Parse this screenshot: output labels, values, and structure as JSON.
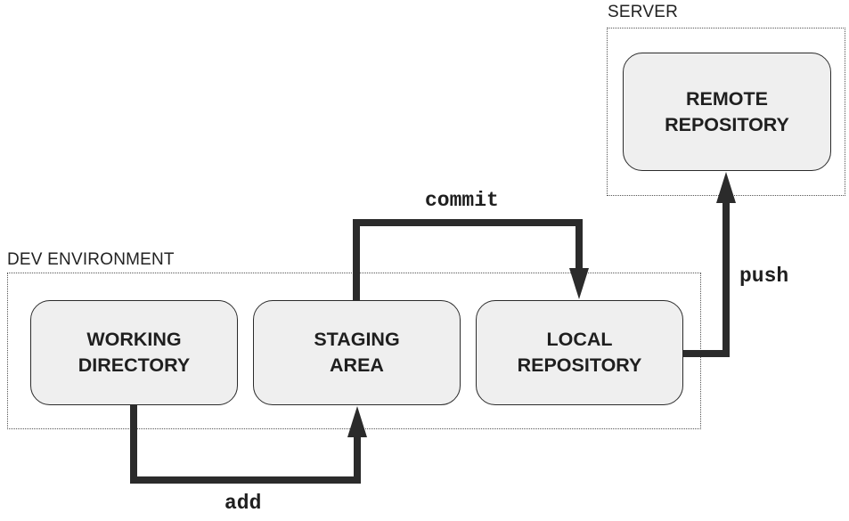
{
  "containers": {
    "dev": {
      "label": "DEV ENVIRONMENT"
    },
    "server": {
      "label": "SERVER"
    }
  },
  "nodes": {
    "working_directory": {
      "line1": "WORKING",
      "line2": "DIRECTORY"
    },
    "staging_area": {
      "line1": "STAGING",
      "line2": "AREA"
    },
    "local_repository": {
      "line1": "LOCAL",
      "line2": "REPOSITORY"
    },
    "remote_repository": {
      "line1": "REMOTE",
      "line2": "REPOSITORY"
    }
  },
  "edges": {
    "add": {
      "label": "add"
    },
    "commit": {
      "label": "commit"
    },
    "push": {
      "label": "push"
    }
  },
  "colors": {
    "arrow": "#2b2b2b",
    "node_fill": "#efefef",
    "node_border": "#2b2b2b"
  }
}
